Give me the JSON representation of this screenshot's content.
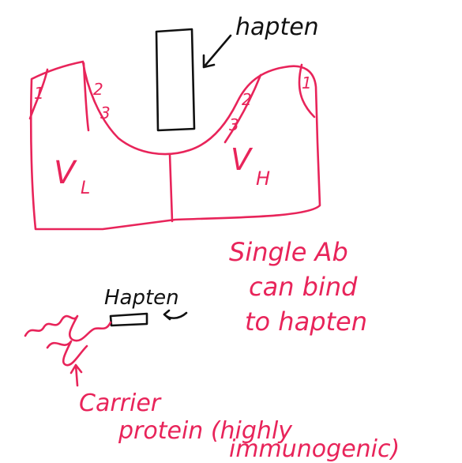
{
  "diagram": {
    "hapten_top_label": "hapten",
    "cdr_left": {
      "n1": "1",
      "n2": "2",
      "n3": "3"
    },
    "cdr_right": {
      "n1": "1",
      "n2": "2",
      "n3": "3"
    },
    "vl_letter": "V",
    "vl_sub": "L",
    "vh_letter": "V",
    "vh_sub": "H",
    "hapten_small_label": "Hapten",
    "note_line1": "Single Ab",
    "note_line2": "can bind",
    "note_line3": "to hapten",
    "carrier_line1": "Carrier",
    "carrier_line2": "protein (highly",
    "carrier_line3": "immunogenic)",
    "colors": {
      "red_ink": "#e8245a",
      "black_ink": "#111111",
      "background": "#ffffff"
    }
  }
}
